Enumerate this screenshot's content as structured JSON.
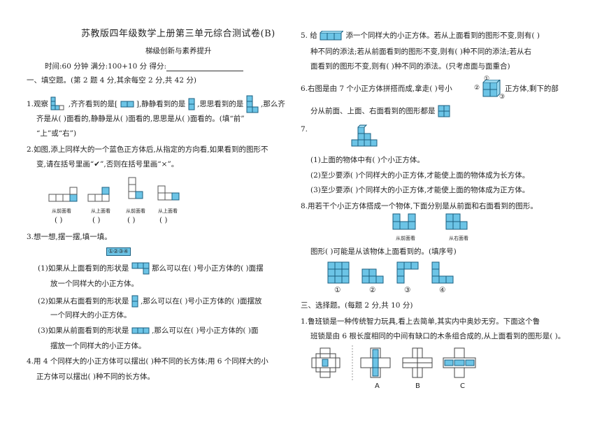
{
  "header": {
    "title": "苏教版四年级数学上册第三单元综合测试卷(B)",
    "subtitle": "梯级创新与素养提升",
    "info": "时间:60 分钟  满分:100+10 分  得分:"
  },
  "section1": {
    "heading": "一、填空题。(第 2 题 4 分,其余每空 2 分,共 42 分)",
    "q1": {
      "a": "1.观察",
      "b": ",齐齐看到的是[",
      "c": "],静静看到的是",
      "d": ",思思看到的是",
      "e": ",那么齐",
      "line2": "齐是从(     )面看的,静静是从(     )面看的,思思是从(     )面看的。(填“前”",
      "line3": "“上”或“右”)"
    },
    "q2": {
      "line1": "2.如图,添上同样大的一个蓝色正方体后,从指定的方向看,如果看到的图形不",
      "line2": "变,请在括号里画“✔”,否则在括号里画“×”。",
      "labels": [
        "从前面看",
        "从上面看",
        "从前面看",
        "从上面看"
      ],
      "paren": "(     )"
    },
    "q3": {
      "line1": "3.想一想,摆一摆,填一填。",
      "numbers": "①②③④",
      "s1a": "(1)如果从上面看到的形状是",
      "s1b": "那么可以在(     )号小正方体的(     )面摆",
      "s1c": "放一个同样大的小正方体。",
      "s2a": "(2)如果从右面看到的形状是",
      "s2b": ",那么可以在(     )号小正方体的(     )面摆放",
      "s2c": "一个同样大的小正方体。",
      "s3a": "(3)如果从前面看到的形状是",
      "s3b": ",那么可以在(     )号小正方体的(     )面",
      "s3c": "摆放一个同样大的小正方体。"
    },
    "q4": {
      "line1": "4.用 4 个同样大的小正方体可以摆出(     )种不同的长方体;用 6 个同样大的小",
      "line2": "正方体可以摆出(     )种不同的长方体。"
    }
  },
  "right": {
    "q5": {
      "a": "5. 给",
      "b": "添一个同样大的小正方体。若从上面看到的图形不变,则有(     )",
      "line2": "种不同的添法;若从前面看到的图形不变,则有(     )种不同的添法;若从右",
      "line3": "面看到的图形不变,则有(     )种不同的添法。(只考虑面与面重合)"
    },
    "q6": {
      "a": "6.右图是由 7 个小正方体拼搭而成,拿走(     )号小",
      "marks": [
        "①",
        "②",
        "③"
      ],
      "b": "正方体,剩下的部",
      "line2": "分从前面、上面、右面看到的图形都是"
    },
    "q7": {
      "num": "7.",
      "s1": "(1)上面的物体中有(     )个小正方体。",
      "s2": "(2)至少要添(     )个同样大的小正方体,才能使上面的物体成为长方体。",
      "s3": "(3)至少要添(     )个同样大的小正方体,才能使上面的物体成为正方体。"
    },
    "q8": {
      "line1": "8.用若干个小正方体搭成一个物体,下面分别是从前面和右面看到的图形。",
      "labels": [
        "从前面看",
        "从右面看"
      ],
      "line2": "图形(     )可能是从该物体上面看到的。(填序号)",
      "opts": [
        "①",
        "②",
        "③",
        "④"
      ]
    },
    "section3": {
      "heading": "三、选择题。(每题 2 分,共 10 分)",
      "q1a": "1.鲁班锁是一种传统智力玩具,看上去简单,其实内中奥妙无穷。下面这个鲁",
      "q1b": "班锁是由 6 根长度相同的中间有缺口的木条组合成的,从上面看到的图形是(     )。",
      "opts": [
        "A",
        "B",
        "C"
      ]
    }
  },
  "colors": {
    "cube_fill": "#6cc4e6",
    "cube_stroke": "#1b5f80"
  }
}
